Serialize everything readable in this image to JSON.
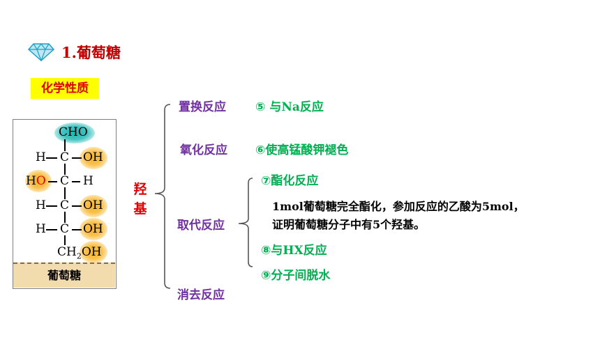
{
  "header": {
    "icon": "diamond-icon",
    "title": "1.葡萄糖",
    "badge": "化学性质"
  },
  "molecule": {
    "cho": "CHO",
    "h": "H",
    "c": "C",
    "oh": "OH",
    "o": "O",
    "ho_h": "H",
    "ch2_ch": "CH",
    "ch2_sub": "2",
    "label": "葡萄糖"
  },
  "hydroxyl_label": [
    "羟",
    "基"
  ],
  "reactions": [
    {
      "type": "置换反应",
      "items": [
        {
          "num": "⑤",
          "pre": " 与",
          "en": "Na",
          "post": "反应"
        }
      ]
    },
    {
      "type": "氧化反应",
      "items": [
        {
          "num": "⑥",
          "pre": "使高锰酸钾褪色",
          "en": "",
          "post": ""
        }
      ]
    },
    {
      "type": "取代反应",
      "items": [
        {
          "num": "⑦",
          "pre": "酯化反应",
          "en": "",
          "post": ""
        },
        {
          "num": "⑧",
          "pre": "与",
          "en": "HX",
          "post": "反应"
        },
        {
          "num": "⑨",
          "pre": "分子间脱水",
          "en": "",
          "post": ""
        }
      ],
      "note": {
        "line1": {
          "a": "1mol",
          "b": "葡萄糖完全酯化，参加反应的乙酸为",
          "c": "5mol",
          "d": "，"
        },
        "line2": {
          "a": "证明葡萄糖分子中有",
          "b": "5",
          "c": "个羟基。"
        }
      }
    },
    {
      "type": "消去反应",
      "items": []
    }
  ],
  "colors": {
    "title": "#c00000",
    "badge_bg": "#ffff00",
    "reaction_type": "#7030a0",
    "reaction_item": "#00b050",
    "hydroxyl": "#e00000",
    "glow_teal": "#1fb2b0",
    "glow_gold": "#f7b22a"
  }
}
